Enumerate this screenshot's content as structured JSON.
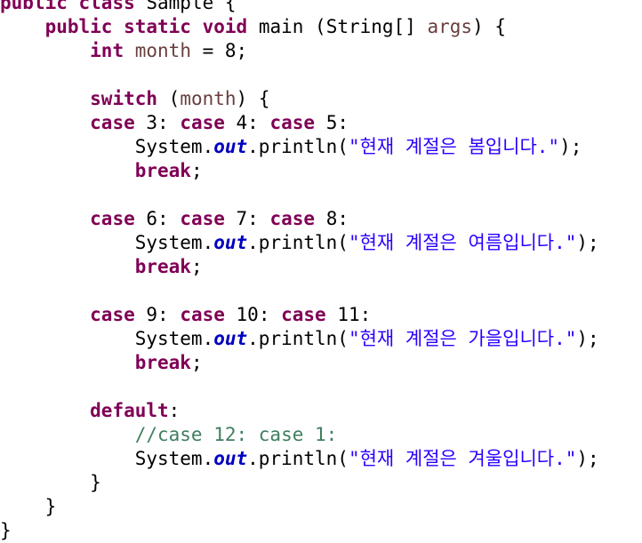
{
  "editor": {
    "lines": [
      [
        {
          "t": "public",
          "c": "kw"
        },
        {
          "t": " ",
          "c": "plain"
        },
        {
          "t": "class",
          "c": "kw"
        },
        {
          "t": " Sample {",
          "c": "plain"
        }
      ],
      [
        {
          "t": "    ",
          "c": "plain"
        },
        {
          "t": "public",
          "c": "kw"
        },
        {
          "t": " ",
          "c": "plain"
        },
        {
          "t": "static",
          "c": "kw"
        },
        {
          "t": " ",
          "c": "plain"
        },
        {
          "t": "void",
          "c": "kw"
        },
        {
          "t": " main (String[] ",
          "c": "plain"
        },
        {
          "t": "args",
          "c": "var"
        },
        {
          "t": ") {",
          "c": "plain"
        }
      ],
      [
        {
          "t": "        ",
          "c": "plain"
        },
        {
          "t": "int",
          "c": "kw"
        },
        {
          "t": " ",
          "c": "plain"
        },
        {
          "t": "month",
          "c": "var"
        },
        {
          "t": " = 8;",
          "c": "plain"
        }
      ],
      [
        {
          "t": "",
          "c": "plain"
        }
      ],
      [
        {
          "t": "        ",
          "c": "plain"
        },
        {
          "t": "switch",
          "c": "kw"
        },
        {
          "t": " (",
          "c": "plain"
        },
        {
          "t": "month",
          "c": "var"
        },
        {
          "t": ") {",
          "c": "plain"
        }
      ],
      [
        {
          "t": "        ",
          "c": "plain"
        },
        {
          "t": "case",
          "c": "kw"
        },
        {
          "t": " 3: ",
          "c": "plain"
        },
        {
          "t": "case",
          "c": "kw"
        },
        {
          "t": " 4: ",
          "c": "plain"
        },
        {
          "t": "case",
          "c": "kw"
        },
        {
          "t": " 5:",
          "c": "plain"
        }
      ],
      [
        {
          "t": "            System.",
          "c": "plain"
        },
        {
          "t": "out",
          "c": "field"
        },
        {
          "t": ".println(",
          "c": "plain"
        },
        {
          "t": "\"현재 계절은 봄입니다.\"",
          "c": "str"
        },
        {
          "t": ");",
          "c": "plain"
        }
      ],
      [
        {
          "t": "            ",
          "c": "plain"
        },
        {
          "t": "break",
          "c": "kw"
        },
        {
          "t": ";",
          "c": "plain"
        }
      ],
      [
        {
          "t": "",
          "c": "plain"
        }
      ],
      [
        {
          "t": "        ",
          "c": "plain"
        },
        {
          "t": "case",
          "c": "kw"
        },
        {
          "t": " 6: ",
          "c": "plain"
        },
        {
          "t": "case",
          "c": "kw"
        },
        {
          "t": " 7: ",
          "c": "plain"
        },
        {
          "t": "case",
          "c": "kw"
        },
        {
          "t": " 8:",
          "c": "plain"
        }
      ],
      [
        {
          "t": "            System.",
          "c": "plain"
        },
        {
          "t": "out",
          "c": "field"
        },
        {
          "t": ".println(",
          "c": "plain"
        },
        {
          "t": "\"현재 계절은 여름입니다.\"",
          "c": "str"
        },
        {
          "t": ");",
          "c": "plain"
        }
      ],
      [
        {
          "t": "            ",
          "c": "plain"
        },
        {
          "t": "break",
          "c": "kw"
        },
        {
          "t": ";",
          "c": "plain"
        }
      ],
      [
        {
          "t": "",
          "c": "plain"
        }
      ],
      [
        {
          "t": "        ",
          "c": "plain"
        },
        {
          "t": "case",
          "c": "kw"
        },
        {
          "t": " 9: ",
          "c": "plain"
        },
        {
          "t": "case",
          "c": "kw"
        },
        {
          "t": " 10: ",
          "c": "plain"
        },
        {
          "t": "case",
          "c": "kw"
        },
        {
          "t": " 11:",
          "c": "plain"
        }
      ],
      [
        {
          "t": "            System.",
          "c": "plain"
        },
        {
          "t": "out",
          "c": "field"
        },
        {
          "t": ".println(",
          "c": "plain"
        },
        {
          "t": "\"현재 계절은 가을입니다.\"",
          "c": "str"
        },
        {
          "t": ");",
          "c": "plain"
        }
      ],
      [
        {
          "t": "            ",
          "c": "plain"
        },
        {
          "t": "break",
          "c": "kw"
        },
        {
          "t": ";",
          "c": "plain"
        }
      ],
      [
        {
          "t": "",
          "c": "plain"
        }
      ],
      [
        {
          "t": "        ",
          "c": "plain"
        },
        {
          "t": "default",
          "c": "kw"
        },
        {
          "t": ":",
          "c": "plain"
        }
      ],
      [
        {
          "t": "            ",
          "c": "plain"
        },
        {
          "t": "//case 12: case 1:",
          "c": "comment"
        }
      ],
      [
        {
          "t": "            System.",
          "c": "plain"
        },
        {
          "t": "out",
          "c": "field"
        },
        {
          "t": ".println(",
          "c": "plain"
        },
        {
          "t": "\"현재 계절은 겨울입니다.\"",
          "c": "str"
        },
        {
          "t": ");",
          "c": "plain"
        }
      ],
      [
        {
          "t": "        }",
          "c": "plain"
        }
      ],
      [
        {
          "t": "    }",
          "c": "plain"
        }
      ],
      [
        {
          "t": "}",
          "c": "plain"
        }
      ]
    ]
  },
  "colors": {
    "keyword": "#7f0055",
    "variable": "#6a3e3e",
    "static_field": "#0000c0",
    "string": "#2a00ff",
    "comment": "#3f7f5f",
    "text": "#000000",
    "background": "#ffffff"
  }
}
